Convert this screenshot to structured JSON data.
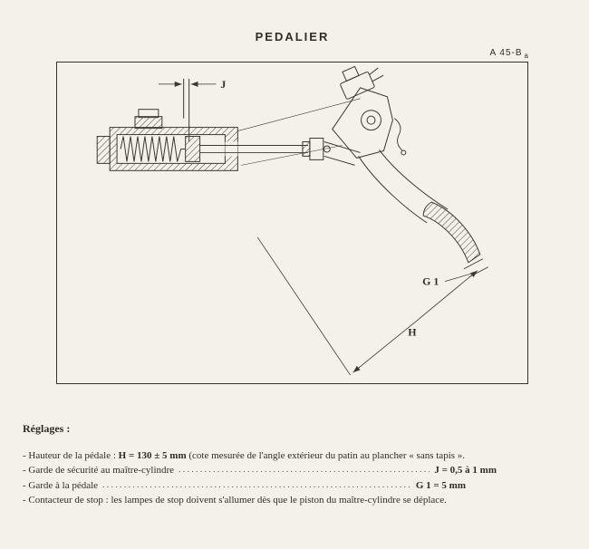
{
  "page": {
    "title": "PEDALIER",
    "reference": "A 45-B",
    "reference_sub": "a"
  },
  "diagram": {
    "label_j": "J",
    "label_g1": "G 1",
    "label_h": "H"
  },
  "reglages": {
    "heading": "Réglages :",
    "hauteur": {
      "prefix": "- Hauteur de la pédale : ",
      "value": "H = 130 ± 5 mm",
      "suffix": " (cote mesurée de l'angle extérieur du patin au plancher « sans tapis »."
    },
    "garde_mc": {
      "prefix": "- Garde de sécurité au maître-cylindre",
      "leader": "................................................................................................................",
      "value": "J = 0,5 à 1 mm"
    },
    "garde_pedale": {
      "prefix": "- Garde à la pédale",
      "leader": "................................................................................................................",
      "value": "G 1 = 5 mm"
    },
    "contacteur": "- Contacteur de stop : les lampes de stop doivent s'allumer dès que le piston du maître-cylindre se déplace."
  }
}
